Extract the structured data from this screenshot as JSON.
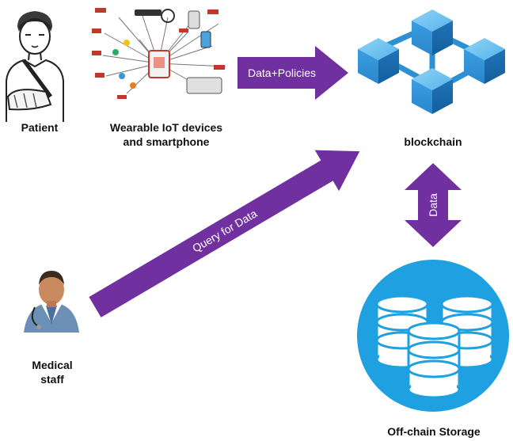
{
  "nodes": {
    "patient": {
      "label": "Patient"
    },
    "devices": {
      "label_line1": "Wearable IoT devices",
      "label_line2": "and smartphone"
    },
    "blockchain": {
      "label": "blockchain"
    },
    "medical_staff": {
      "label_line1": "Medical",
      "label_line2": "staff"
    },
    "storage": {
      "label": "Off-chain Storage"
    }
  },
  "edges": {
    "data_policies": {
      "label": "Data+Policies"
    },
    "query": {
      "label": "Query for Data"
    },
    "data": {
      "label": "Data"
    }
  },
  "colors": {
    "arrow": "#7030a0",
    "arrow_text": "#ffffff",
    "block_light": "#6fc0ee",
    "block_mid": "#2d8fd4",
    "block_dark": "#1a6fb3",
    "storage_circle": "#1fa0e0"
  },
  "icons": {
    "patient": "patient-with-arm-sling-icon",
    "devices": "iot-sensor-hub-icon",
    "blockchain": "blockchain-cubes-icon",
    "medical_staff": "doctor-icon",
    "storage": "database-stack-icon"
  }
}
